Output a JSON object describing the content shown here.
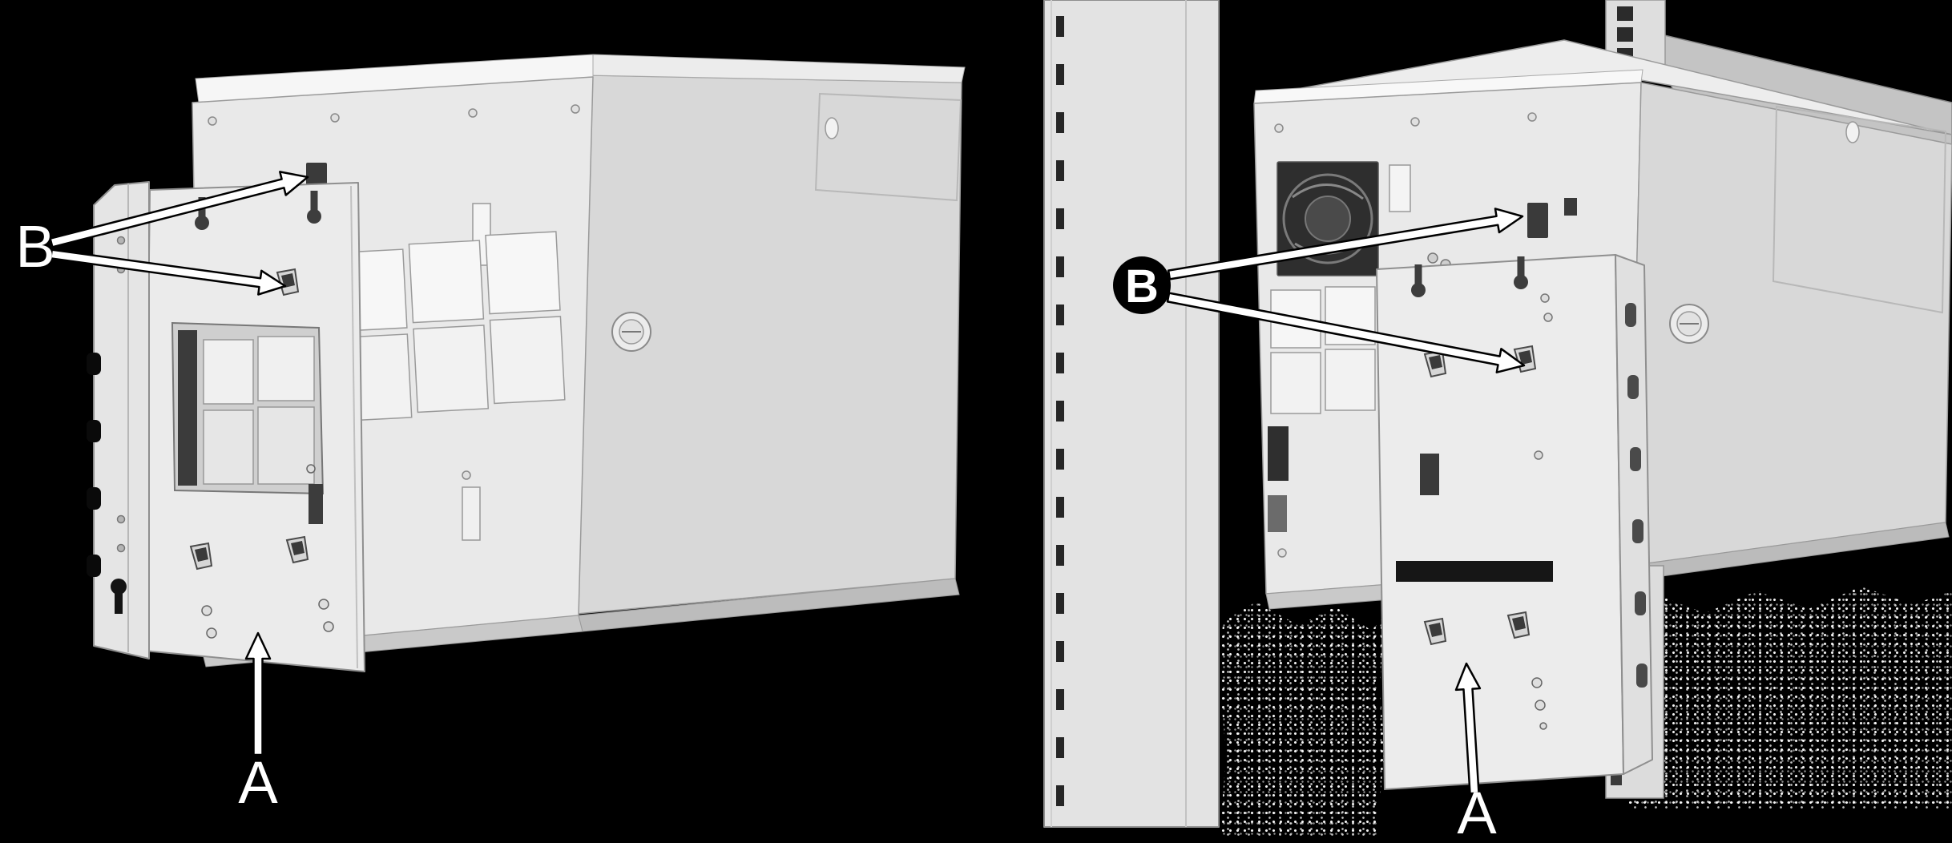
{
  "diagram": {
    "background_color": "#000000",
    "chassis_gray": "#e9e9e9",
    "side_gray": "#d8d8d8",
    "callout_text_color": "#ffffff",
    "callout_badge_color": "#000000",
    "views": [
      {
        "name": "bracket-alignment-view",
        "callout_b": "B",
        "callout_a": "A"
      },
      {
        "name": "pole-mount-alignment-view",
        "callout_b": "B",
        "callout_a": "A"
      }
    ]
  }
}
